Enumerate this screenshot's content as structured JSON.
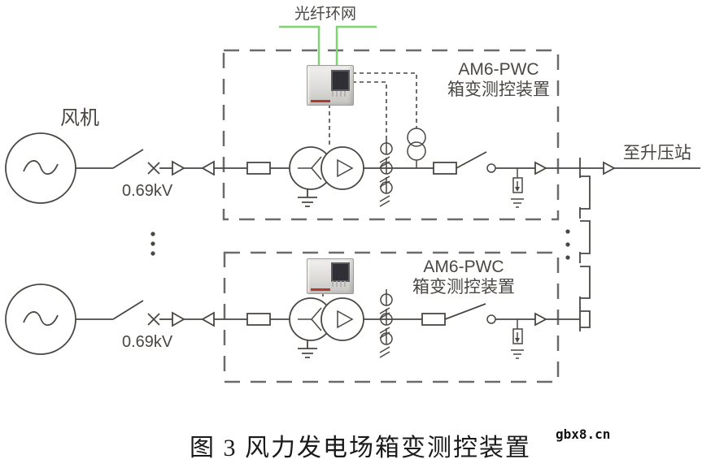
{
  "colors": {
    "line": "#4a4743",
    "box_dash": "#6b6b6b",
    "fiber_green": "#7cd46e",
    "label": "#4a4743",
    "caption": "#1a1a1a",
    "watermark": "#111111",
    "device_body": "#dedcd9",
    "device_screen": "#2f2f35",
    "device_accent": "#b03a2e"
  },
  "labels": {
    "fiber_ring": "光纤环网",
    "wind_turbine": "风机",
    "voltage_1": "0.69kV",
    "voltage_2": "0.69kV",
    "unit_1": {
      "line1": "AM6-PWC",
      "line2": "箱变测控装置"
    },
    "unit_2": {
      "line1": "AM6-PWC",
      "line2": "箱变测控装置"
    },
    "to_station": "至升压站",
    "caption": "图 3 风力发电场箱变测控装置",
    "watermark": "gbx8.cn"
  }
}
